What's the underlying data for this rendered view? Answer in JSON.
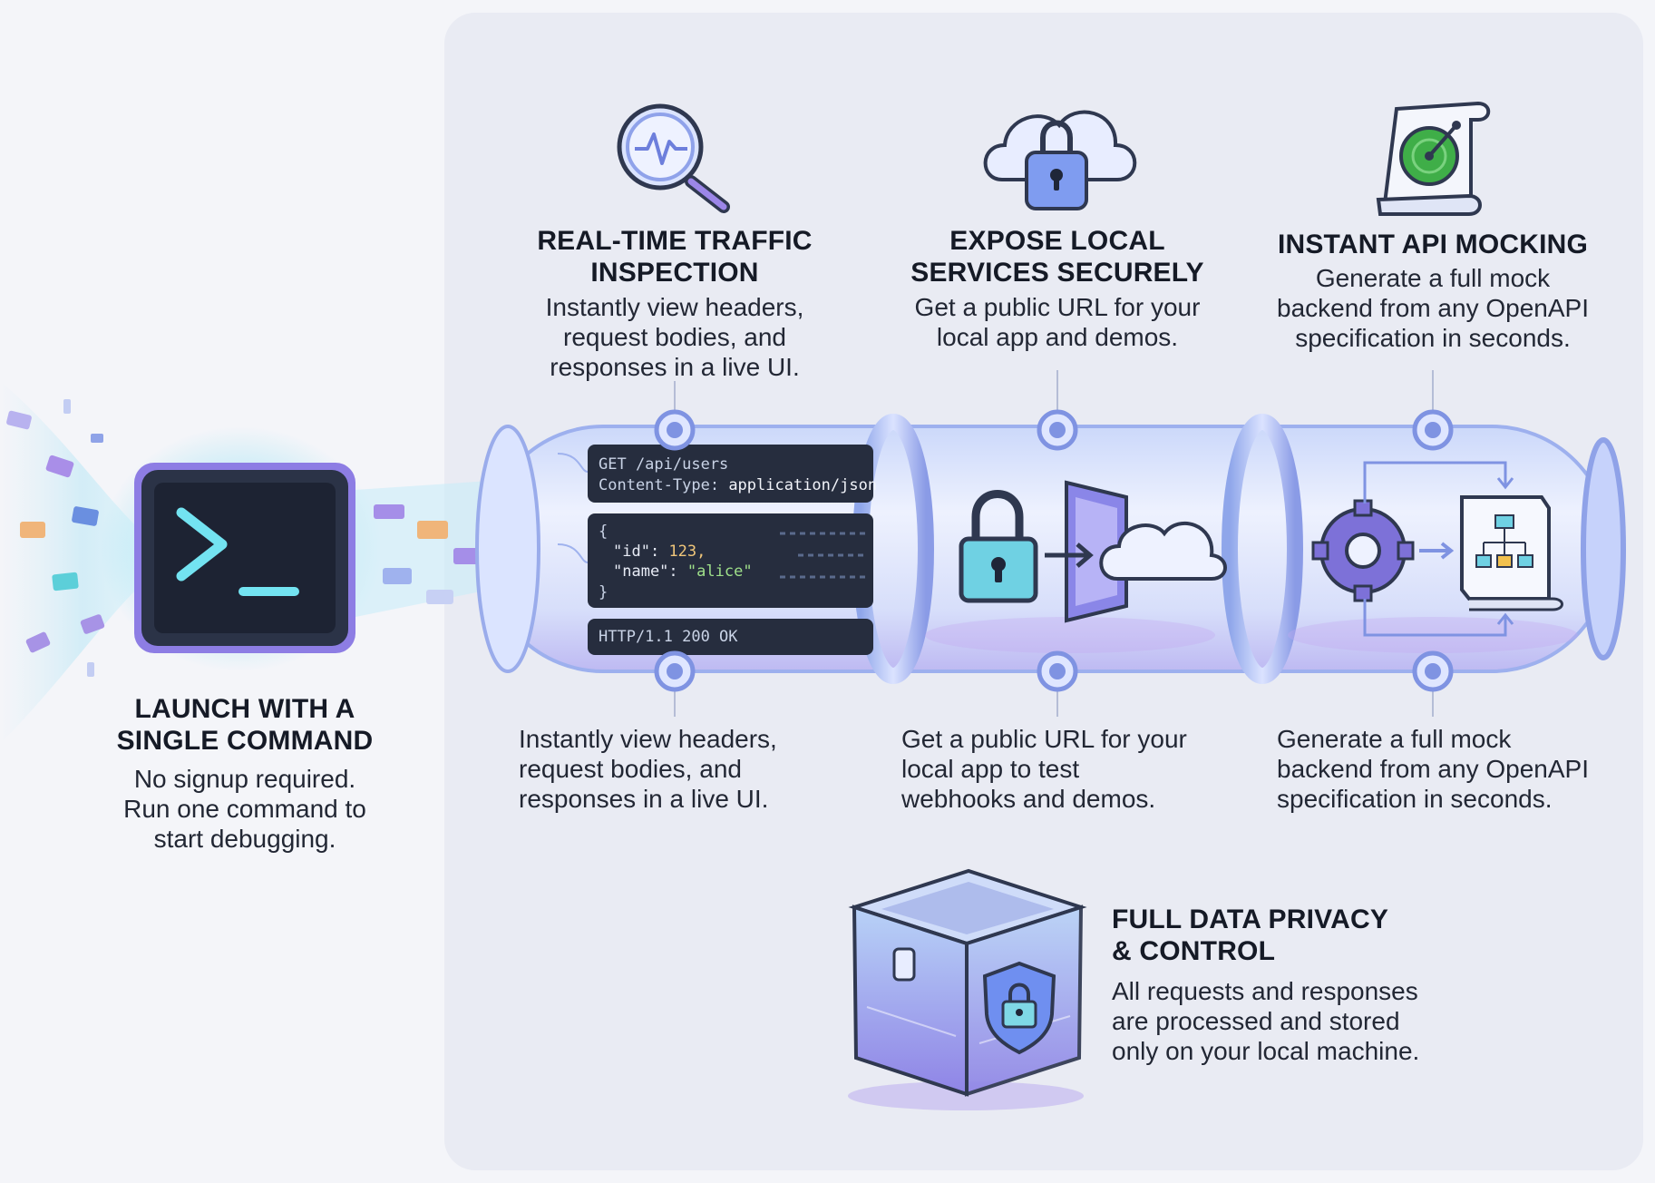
{
  "launch": {
    "title_line1": "LAUNCH WITH A",
    "title_line2": "SINGLE COMMAND",
    "desc_line1": "No signup required.",
    "desc_line2": "Run one command to",
    "desc_line3": "start debugging."
  },
  "inspection": {
    "title_line1": "REAL-TIME TRAFFIC",
    "title_line2": "INSPECTION",
    "desc_line1": "Instantly view headers,",
    "desc_line2": "request bodies, and",
    "desc_line3": "responses in a live UI.",
    "bottom_line1": "Instantly view headers,",
    "bottom_line2": "request bodies, and",
    "bottom_line3": "responses in a live UI."
  },
  "expose": {
    "title_line1": "EXPOSE LOCAL",
    "title_line2": "SERVICES SECURELY",
    "desc_line1": "Get a public URL for your",
    "desc_line2": "local app and demos.",
    "bottom_line1": "Get a public URL for your",
    "bottom_line2": "local app to test",
    "bottom_line3": "webhooks and demos."
  },
  "mocking": {
    "title": "INSTANT API MOCKING",
    "desc_line1": "Generate a full mock",
    "desc_line2": "backend from any OpenAPI",
    "desc_line3": "specification in seconds.",
    "bottom_line1": "Generate a full mock",
    "bottom_line2": "backend from any OpenAPI",
    "bottom_line3": "specification in seconds."
  },
  "privacy": {
    "title_line1": "FULL DATA PRIVACY",
    "title_line2": "& CONTROL",
    "desc_line1": "All requests and responses",
    "desc_line2": "are processed and stored",
    "desc_line3": "only on your local machine."
  },
  "code": {
    "request_line": "GET /api/users",
    "header_name": "Content-Type:",
    "header_value": "application/json",
    "brace_open": "{",
    "id_key": "\"id\":",
    "id_value": "123,",
    "name_key": "\"name\":",
    "name_value": "\"alice\"",
    "brace_close": "}",
    "status_line": "HTTP/1.1 200 OK"
  },
  "icons": {
    "terminal": "terminal-icon",
    "inspect": "magnifier-pulse-icon",
    "cloud_lock": "cloud-lock-icon",
    "spec_scroll": "api-spec-scroll-icon",
    "padlock": "padlock-icon",
    "portal": "portal-door-icon",
    "cloud": "cloud-icon",
    "gear": "gear-icon",
    "diagram": "api-diagram-scroll-icon",
    "vault": "vault-box-icon",
    "shield": "shield-lock-icon"
  },
  "colors": {
    "accent_purple": "#7b6bde",
    "accent_cyan": "#45d6e8",
    "tube_blue": "#a9bdf5",
    "dark_panel": "#262d3e",
    "green": "#3fae48"
  }
}
